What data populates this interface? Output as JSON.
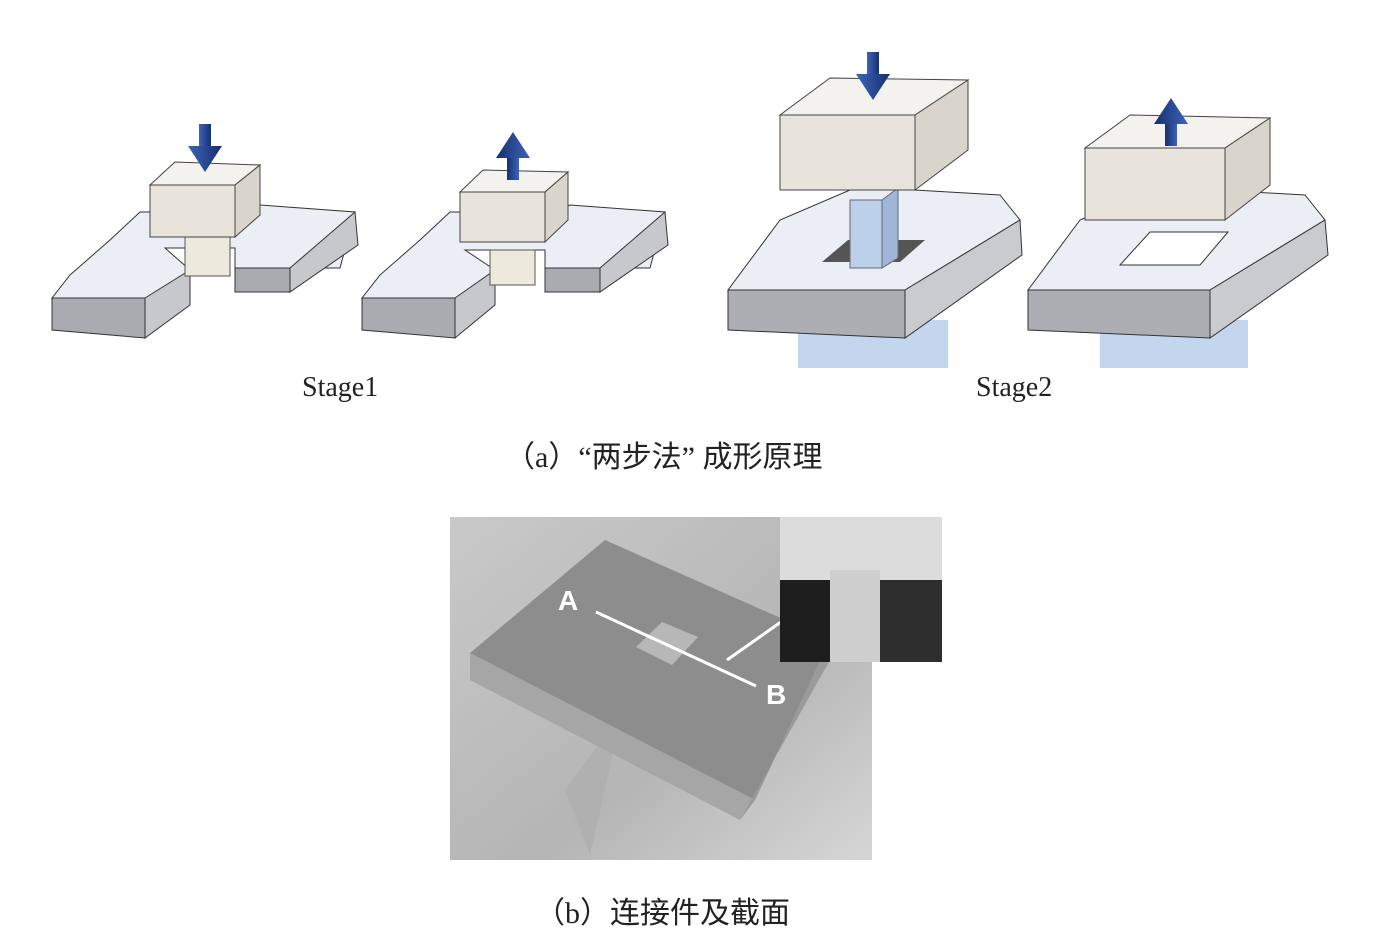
{
  "figure_a": {
    "stage1_label": "Stage1",
    "stage2_label": "Stage2",
    "caption": "（a）“两步法” 成形原理"
  },
  "figure_b": {
    "point_a": "A",
    "point_b": "B",
    "caption": "（b）连接件及截面"
  },
  "colors": {
    "arrow": "#1f3f8f",
    "sheet": "#e8ecf3",
    "punch": "#e9e6e0",
    "pin": "#bcd0ea"
  }
}
